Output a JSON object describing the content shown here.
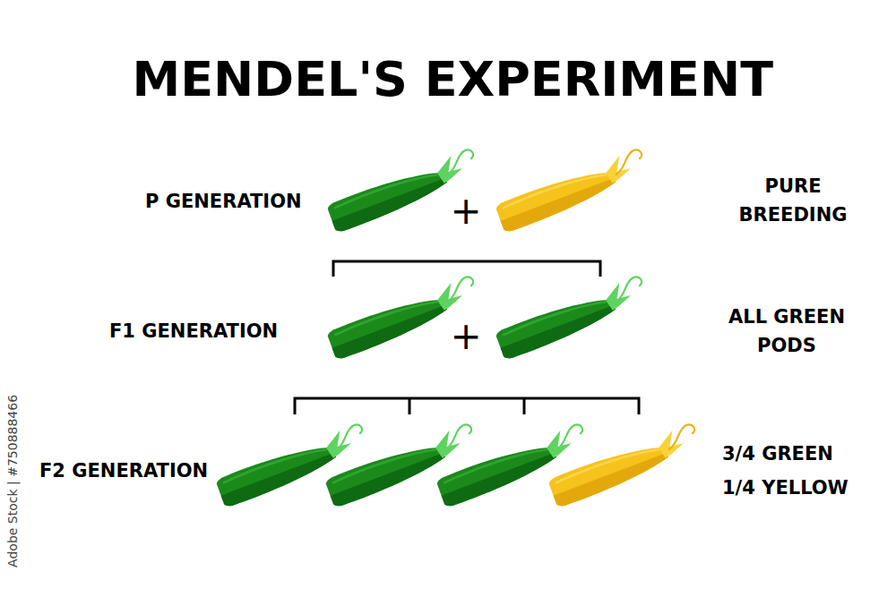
{
  "diagram": {
    "title": "MENDEL'S EXPERIMENT",
    "labels": [
      "P GENERATION",
      "+",
      "PURE BREEDING",
      "F1 GENERATION",
      "+",
      "ALL GREEN PODS",
      "F2 GENERATION",
      "3/4 GREEN",
      "1/4 YELLOW",
      "Adobe Stock | #750888466"
    ]
  }
}
